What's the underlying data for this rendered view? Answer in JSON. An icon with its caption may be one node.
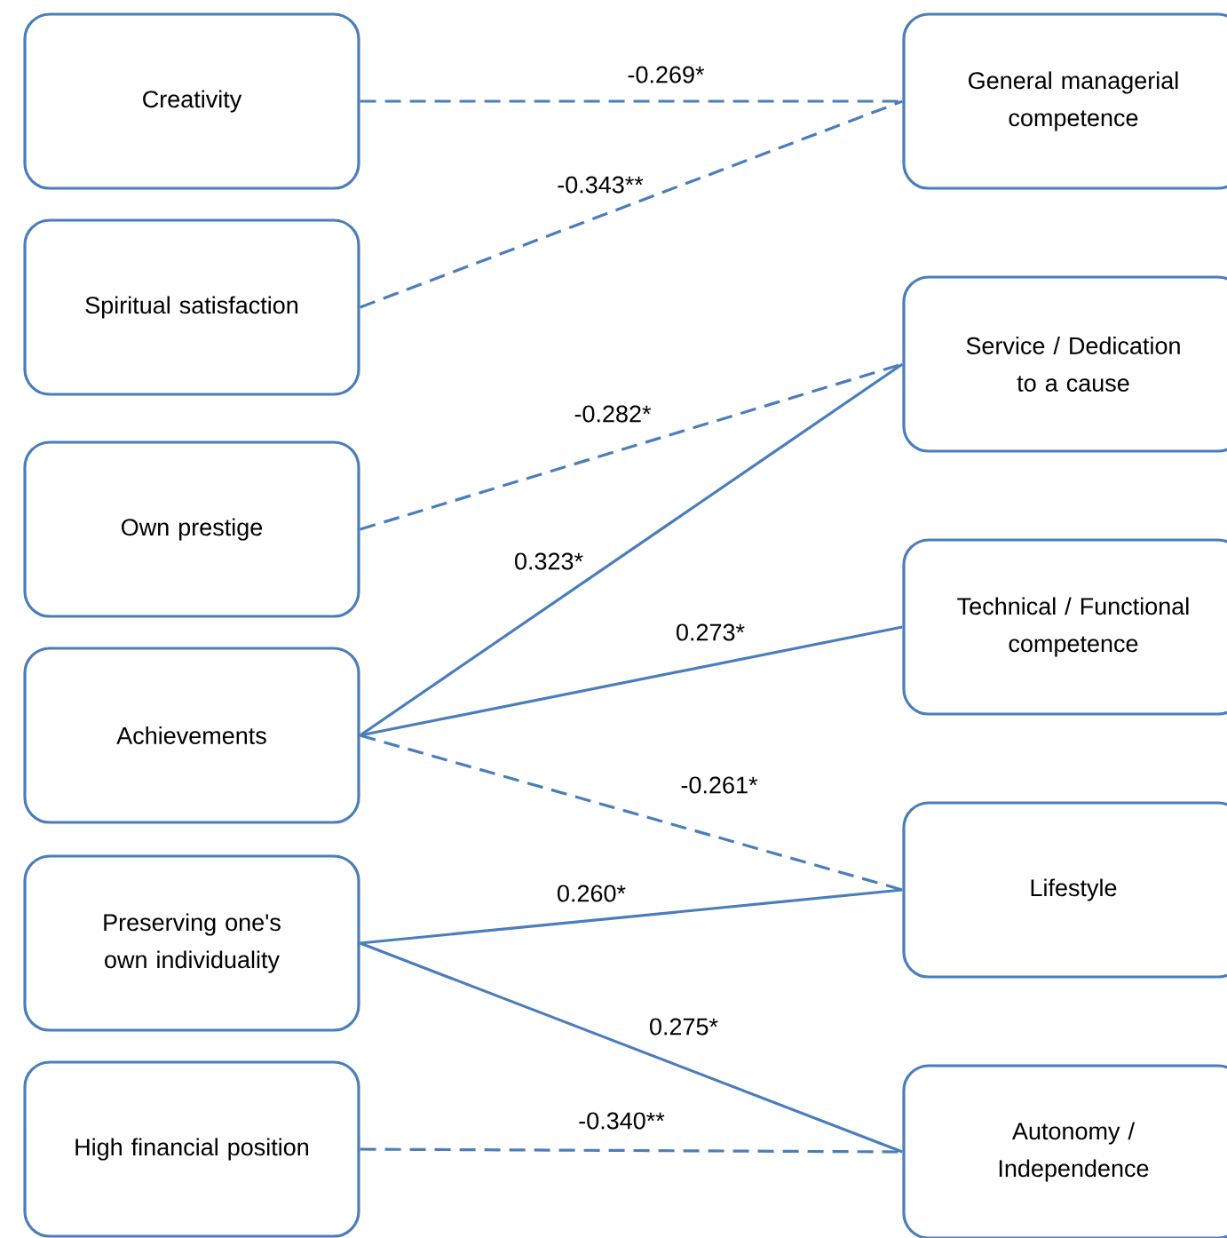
{
  "diagram": {
    "nodes": [
      {
        "text": [
          "Creativity"
        ]
      },
      {
        "text": [
          "Spiritual satisfaction"
        ]
      },
      {
        "text": [
          "Own prestige"
        ]
      },
      {
        "text": [
          "Achievements"
        ]
      },
      {
        "text": [
          "Preserving one's own individuality"
        ]
      },
      {
        "text": [
          "High financial position"
        ]
      },
      {
        "text": [
          "General managerial competence"
        ]
      },
      {
        "text": [
          "Service / Dedication to a cause"
        ]
      },
      {
        "text": [
          "Technical / Functional competence"
        ]
      },
      {
        "text": [
          "Lifestyle"
        ]
      },
      {
        "text": [
          "Autonomy / Independence"
        ]
      }
    ],
    "edges": [
      {
        "from": 0,
        "to": 6,
        "arrow": "none",
        "style": "dashed",
        "label": "-0.269*"
      },
      {
        "from": 1,
        "to": 6,
        "arrow": "none",
        "style": "dashed",
        "label": "-0.343**"
      },
      {
        "from": 2,
        "to": 7,
        "arrow": "none",
        "style": "dashed",
        "label": "-0.282*"
      },
      {
        "from": 3,
        "to": 7,
        "arrow": "none",
        "label": "0.323*"
      },
      {
        "from": 3,
        "to": 8,
        "arrow": "none",
        "label": "0.273*"
      },
      {
        "from": 3,
        "to": 9,
        "arrow": "none",
        "style": "dashed",
        "label": "-0.261*"
      },
      {
        "from": 4,
        "to": 9,
        "arrow": "none",
        "label": "0.260*"
      },
      {
        "from": 4,
        "to": 10,
        "arrow": "none",
        "label": "0.275*"
      },
      {
        "from": 5,
        "to": 10,
        "arrow": "none",
        "style": "dashed",
        "label": "-0.340**"
      }
    ]
  }
}
